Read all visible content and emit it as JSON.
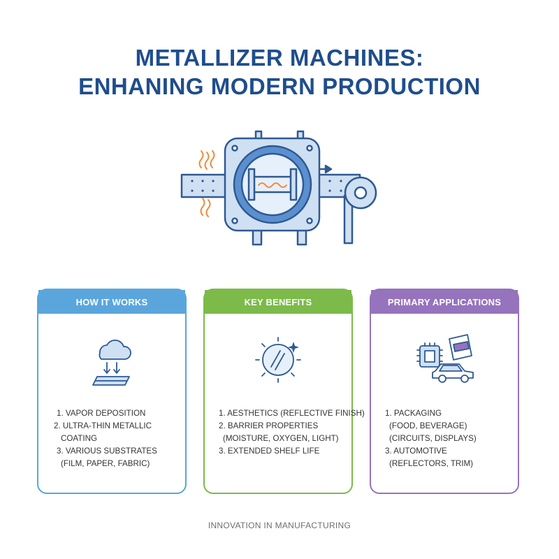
{
  "title": {
    "line1": "METALLIZER MACHINES:",
    "line2": "ENHANING MODERN PRODUCTION"
  },
  "colors": {
    "title": "#1f4e8c",
    "how_it_works": "#5aa6dc",
    "key_benefits": "#7cba4a",
    "primary_applications": "#9673bd",
    "machine_outline": "#2f5a92",
    "machine_fill": "#cfe0f3",
    "heat": "#f08a3a"
  },
  "cards": [
    {
      "header": "HOW IT WORKS",
      "icon": "cloud-deposition-icon",
      "items": [
        "1.  VAPOR DEPOSITION",
        "2. ULTRA-THIN METALLIC",
        "COATING",
        "3. VARIOUS SUBSTRATES",
        "(FILM, PAPER, FABRIC)"
      ]
    },
    {
      "header": "KEY BENEFITS",
      "icon": "shining-sphere-icon",
      "items": [
        "1. AESTHETICS (REFLECTIVE FINISH)",
        "2. BARRIER PROPERTIES",
        "(MOISTURE, OXYGEN, LIGHT)",
        "3. EXTENDED SHELF LIFE"
      ]
    },
    {
      "header": "PRIMARY APPLICATIONS",
      "icon": "chip-snack-car-icon",
      "items": [
        "1. PACKAGING",
        "(FOOD, BEVERAGE)",
        "(CIRCUITS, DISPLAYS)",
        "3. AUTOMOTIVE",
        "(REFLECTORS, TRIM)"
      ]
    }
  ],
  "footer": "INNOVATION IN MANUFACTURING"
}
